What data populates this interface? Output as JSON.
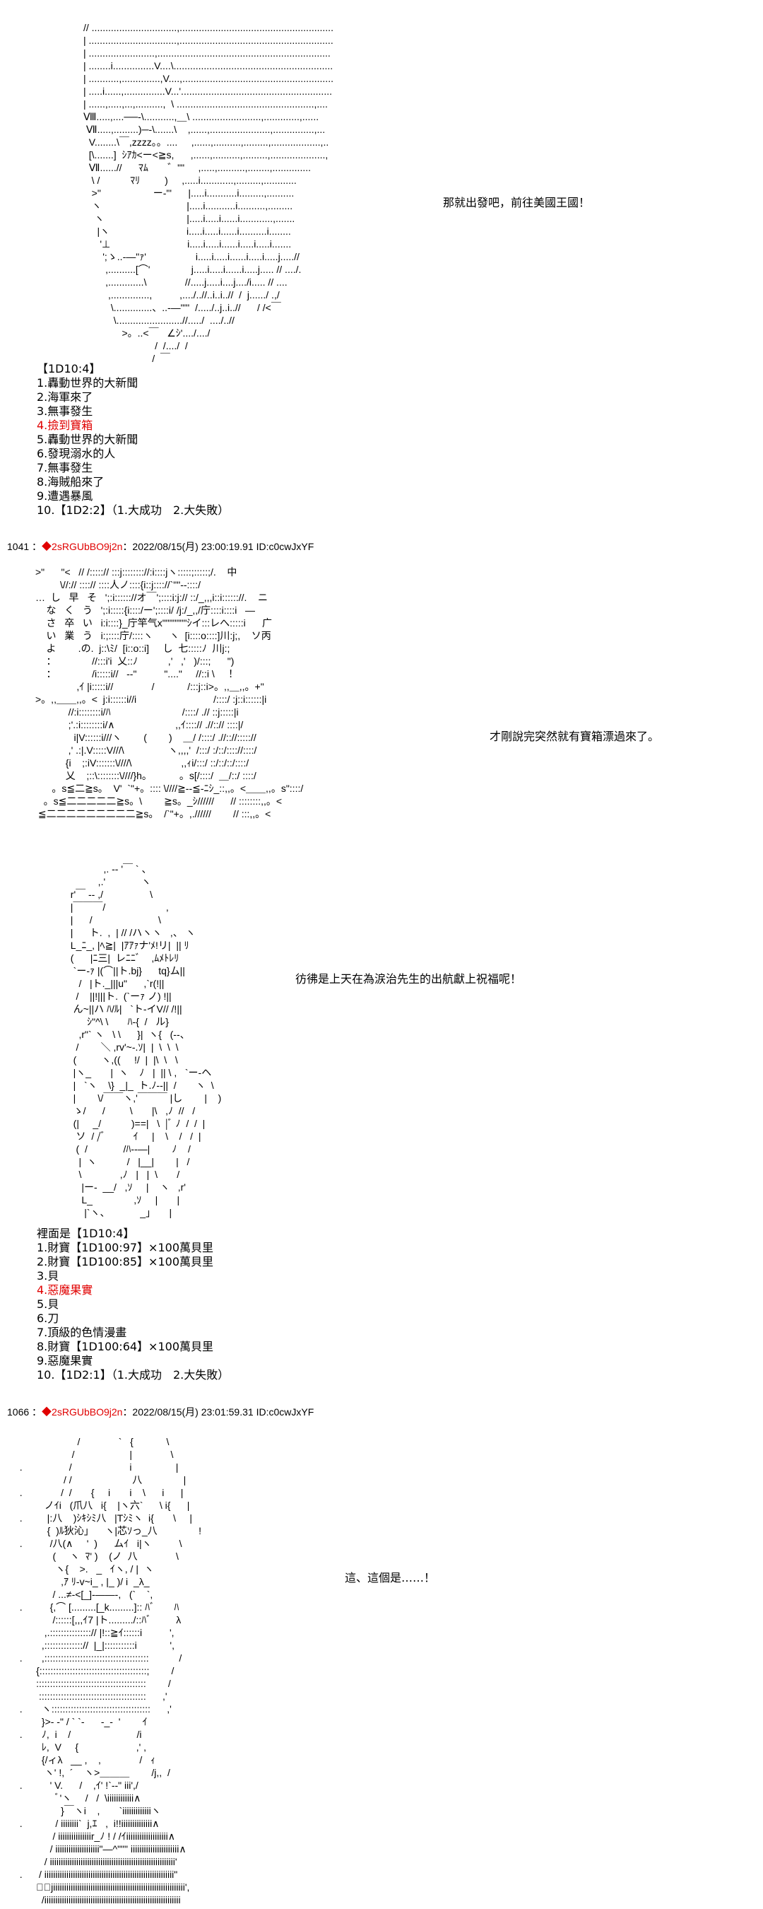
{
  "colors": {
    "highlight": "#e00000",
    "text": "#000000"
  },
  "post1": {
    "art": [
      "// ...............................,........................................................",
      "| ................................,........................................................",
      "| ........................,...............................................................",
      "| ........i...............V....\\..........................................................",
      "| ...........,..............,V....,.......................................................",
      "| .....i......,...............V...'.......................................................",
      "| ......,.....,...,..........,  \\ ..................................................,....",
      "Ⅷ.....,....──-\\...........,＿\\ .........................,.............,......",
      " Ⅶ.....,.........)─-\\.......\\    ,......,......................,...............,...",
      "  V........\\￣,zzzz。。....     ,......,..........,.........,..................,..",
      "  [\\.......]  ｼｱｶ<ー<≧s,      ,......,..........,.........,....................,",
      "  Ⅶ......//      ﾏﾑ       ゛\"\"     ,.....,..........,........,..............",
      "   \\ /           ﾏﾘ         )     ,.....i............,.........,............",
      "   >\"                   ー-\"'      |.....i...........i.........,..........",
      "   ヽ                               |.....i...........i..........,.........",
      "    ヽ                              |.....i.....i......i............,.......",
      "     |ヽ                            i.....i.....i......i..........i........",
      "      '⊥                            i.....i.....i......i.....i.....i.......",
      "       ';ゝ..-―\"ｧ'                  i.....i.....i......i.....i.....j.....//",
      "        ,..........[⌒'               j.....i.....i......i.....j..... // ..../.",
      "        ,.............\\              //.....j.....i....j..../i..... // ....",
      "         ,..............,          ,..../..//..i..i..//  /  j....../ .,/",
      "          \\..............、..-―\"\"'  /...../..j..i..//      / /<￣",
      "           \\........................//...../  ..../..//",
      "              >。..<￣   ∠ｼ'..../..../",
      "                          /  /..../  /",
      "                         /  ￣"
    ],
    "speech": "那就出發吧，前往美國王國！",
    "roll_title": "【1D10:4】",
    "options": [
      "1.轟動世界的大新聞",
      "2.海軍來了",
      "3.無事發生",
      "4.撿到寶箱",
      "5.轟動世界的大新聞",
      "6.發現溺水的人",
      "7.無事發生",
      "8.海賊船來了",
      "9.遭遇暴風",
      "10.【1D2:2】（1.大成功　2.大失敗）"
    ],
    "selected_index": 3
  },
  "post2": {
    "header": {
      "number": "1041 ：",
      "trip": "◆2sRGUbBO9j2n",
      "meta": "：2022/08/15(月) 23:00:19.91 ID:c0cwJxYF"
    },
    "art": [
      ">\"      \"<   // /:::::// :::j:::::::://:i::::jヽ:::::;:::::;/.    中",
      "         \\//:// ::::// ::::人ノ::::{i::j:::://`\"\"-‐::::/",
      "…  し   早   そ   ';:i:::::://オ￣';::::i:j:// ::/_,,,i::i:::::://.    ニ",
      "    な   く   う   ';:i:::::{i::::/ー';::::i/ /j:/_,,/庁::::i::::i   ―",
      "    さ   卒   い   i:i::::}_庁竿气x\"\"\"\"\"\"\"ｼイ:::レへ:::::i      广",
      "    い   業   う   i:;::::庁/::::ヽ      ヽ  [i::::o::::]川:j;,    ソ丙",
      "    よ        .の.  j::\\ﾐ/  [i::o::i]     し  七:::::ﾉ  川j:;",
      "    ：             //:::i'i  乂::ﾉ           ,'   ,'   )/:::;      \")",
      "    ：             /i:::::i//   -‐\"          \"....\"     //::i \\     ！",
      "               ,ｲ |i:::::i//              /            /:::j::i>。,,＿,,。+\"",
      ">。,,＿＿,,。<  j:i::::::i//i                            /::::/ :j::i::::::|i",
      "            //:i::::::::i/ﾊ                          /::::/ .// ::j:::::|i",
      "            ;'.:i::::::::i/∧                      ,,ｲ::::// .//::// ::::|/",
      "              i|V::::::i///ヽ        (        )    ＿/ /::::/ .//:://::::://",
      "            ,' .:|.V:::::V///\\                ヽ,,,,'  /:::/ :/::/:::://::::/",
      "           {i    ;:iV:::::::\\////\\                  ,,ｨi/:::/ ::/::/::/::::/",
      "           乂    ;::\\::::::::\\////}h。          。s[/::::/  ＿/::/ ::::/",
      "      。s≦二≧s。  V'  `\"+。:::: \\////≧-‐≦-ﾆｼ_::,,。<＿＿,,。s\"::::/",
      "   。s≦二二二二二≧s。\\        ≧s。_ｼ//////      // ::::::::,,。<",
      " ≦二二二二二二二二二≧s。  /`\"+。,.//////        // :::,,。<"
    ],
    "speech": "才剛說完突然就有寶箱漂過來了。"
  },
  "post3": {
    "art": [
      "              ,. -‐ '￣ ` 、",
      "            ,.'             ヽ",
      "  r'￣ ‐- ,/                 \\",
      "  |￣￣￣/                      ,",
      "  |      /                        \\",
      "  |      ト.  ,  | // /ハヽヽ   ,、 ヽ",
      "  L_ﾆ_, |ﾍ≧|  |ｱｱｧナ'ﾒ!リ|  || ﾘ",
      "  (      |ﾆ三|  レﾆﾆﾞ    ,ﾑﾒﾄﾚﾘ",
      "   `ー-ｧ |(⌒||ト.bj}      tq}ム||",
      "     /   |ト._|||u\"      ,`r(!||",
      "    /    ||!|||ト.  (`ーｧ ノ) !||",
      "   ん~||ハ ﾊ/ﾙ|   `ト-イV// /!||",
      "        ｼ\"^\\ \\       ﾊ-{  /   ル}",
      "     ,r\"` ヽ   \\ \\      }|  ヽ{   (‐-、",
      "    /        ＼ ,rv'~-.ｿ|  |  \\  \\  \\",
      "   (         ヽ,((     !/  |  |\\  \\   \\",
      "   |ヽ_       |  ヽ    ﾉ   |  || \\ ,   `ー-ヘ",
      "   |   `ヽ    \\}  _|_  ト.ﾉ-‐||  /       ヽ  \\",
      "   |        \\/￣￣ヽ,'￣￣￣ |し        |    )",
      "   ゝ/      /         \\       |\\   ,ﾉ  //   /",
      "   (|     _/           )==|   \\  |ﾞ ﾉ  /  /  |",
      "    ソ  / /ﾞ          ｲ     |    \\    /   /  |",
      "    (  /             /ﾊ--―|        ﾉ    /",
      "     |  ヽ           /   |__|        |   /",
      "     \\              ,ﾉ   |   |  \\       /",
      "      |ー-  __/   ,ｿ     |    ヽ   ,r'",
      "      L_               ,ｿ     |       |",
      "       |`ヽ、           _」     |"
    ],
    "speech": "彷彿是上天在為涙治先生的出航獻上祝福呢！",
    "roll_title": "裡面是【1D10:4】",
    "options": [
      "1.財寶【1D100:97】×100萬貝里",
      "2.財寶【1D100:85】×100萬貝里",
      "3.貝",
      "4.惡魔果實",
      "5.貝",
      "6.刀",
      "7.頂級的色情漫畫",
      "8.財寶【1D100:64】×100萬貝里",
      "9.惡魔果實",
      "10.【1D2:1】（1.大成功　2.大失敗）"
    ],
    "selected_index": 3
  },
  "post4": {
    "header": {
      "number": "1066 ：",
      "trip": "◆2sRGUbBO9j2n",
      "meta": "：2022/08/15(月) 23:01:59.31 ID:c0cwJxYF"
    },
    "art": [
      "                       /              `   {            \\",
      "                     /                    |              \\",
      "  .                 /                     i                |",
      "                  / /                      八               |",
      "  .              /  /       {     i       i    \\      i      |",
      "           ノｲi   (爪八   i{    |ヽ六`      \\ i{      |",
      "  .         |:八    )ｼｷｼﾐ八   |Tｼﾐヽ  i{       \\     |",
      "            {  )ﾙ狄沁」    ヽ|芯ｿっ_八               !",
      "  .          /八(∧     '  )      ムｲ   i|ヽ          \\",
      "              (     ヽ  ﾏ' )    (ノ  八              \\",
      "               ヽ{    >.   _   ｲヽ, / |  ヽ",
      "                 ,ｱ ﾘ-v~i_ , |_ )/ i  _λ_",
      "              / ...≠-<[_]-――-,   (`    `,",
      "  .          {,⌒ [.........[_k.........]:: ﾊﾞ       ﾊ",
      "              /::::::[,,,ｲ7 |ト........./::ﾊﾞ         λ",
      "           ,.:::::::::::::::// |!::≧ｲ::::::i          ',",
      "          ,:::::::::::::://  |_|:::::::::::i            ',",
      "  .       ,::::::::::::::::::::::::::::::::::::::           /",
      "        {:::::::::::::::::::::::::::::::::::::::;        /",
      "        ::::::::::::::::::::::::::::::::::::::::        /",
      "         :::::::::::::::::::::::::::::::::::::::      ,'",
      "  .       ヽ::::::::::::::::::::::::::::::::::::      ,'",
      "          }>- -\" / ` `-      -_-  '        ｲ",
      "  .       ﾉ,  i    /                        /i",
      "          ﾚ,  V     {                     ,' ,",
      "          {/ィλ   __ ,    ,              /   ｨ",
      "           ヽ' !,  ´    ヽ>＿＿＿        /j,,  /",
      "  .          ' V.      /    ,ｲ' !`-‐\" iii',/",
      "               ﾞ'ヽ     /   /  \\iiiiiiiiiiii∧",
      "                 }￣ヽi    ,       `iiiiiiiiiiiiiヽ",
      "  .            / iiiiiiii`  j,ｴ   ,  i!!iiiiiiiiiiiiii∧",
      "              / iiiiiiiiiiiiiiir_ﾉ ! / /ｲiiiiiiiiiiiiiiiiiii∧",
      "             / iiiiiiiiiiiiiiiiiiii\"―^\"\"\" iiiiiiiiiiiiiiiiiiiiii∧",
      "           / iiiiiiiiiiiiiiiiiiiiiiiiiiiiiiiiiiiiiiiiiiiiiiiiiiiiiiiii'",
      "  .      / iiiiiiiiiiiiiiiiiiiiiiiiiiiiiiiiiiiiiiiiiiiiiiiiiiiiiiiiiii\"",
      "        ﾞ、jiiiiiiiiiiiiiiiiiiiiiiiiiiiiiiiiiiiiiiiiiiiiiiiiiiiiiiiiiiii',",
      "          /iiiiiiiiiiiiiiiiiiiiiiiiiiiiiiiiiiiiiiiiiiiiiiiiiiiiiiiiiiiiii"
    ],
    "speech": "這、這個是……！"
  }
}
